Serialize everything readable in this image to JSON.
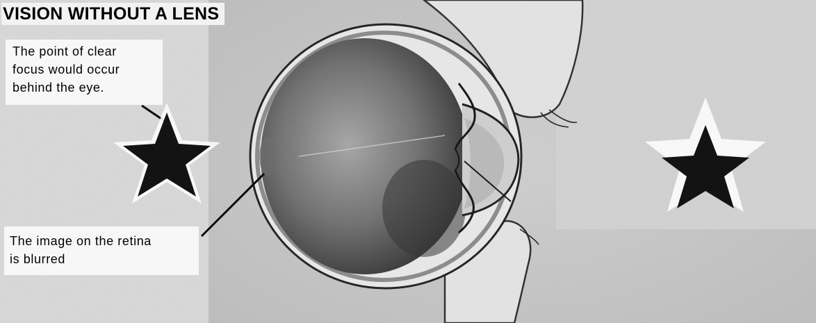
{
  "title": "VISION WITHOUT A LENS",
  "callouts": {
    "focus": [
      "The point of clear",
      "focus would occur",
      "behind the eye."
    ],
    "retina": [
      "The image on the retina",
      "is blurred"
    ]
  },
  "colors": {
    "background": "#d6d6d6",
    "label_box": "#f5f5f5",
    "star_fill": "#0a0a0a",
    "eye_dark": "#3a3a3a"
  }
}
